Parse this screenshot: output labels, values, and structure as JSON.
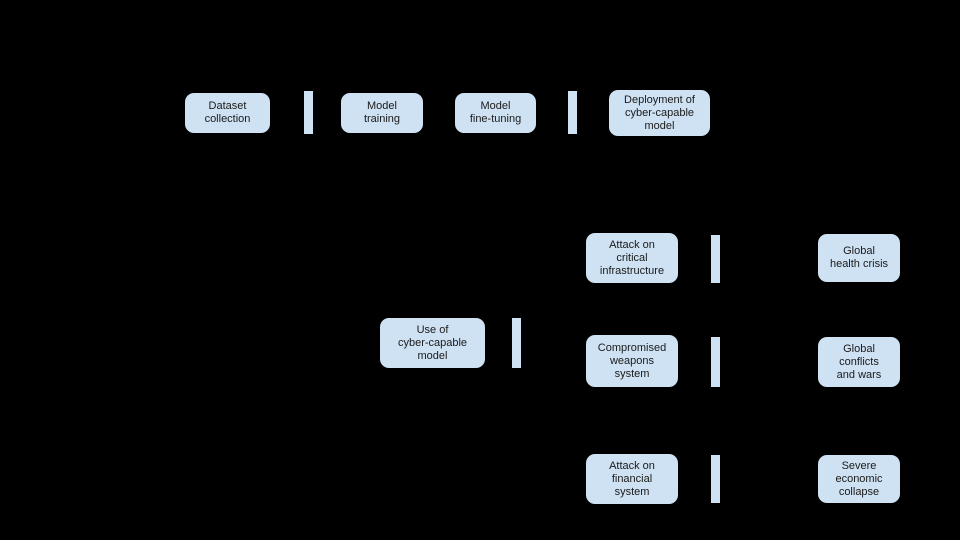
{
  "colors": {
    "background": "#000000",
    "node_fill": "#cfe2f3",
    "node_text": "#1a1a1a",
    "connector_fill": "#cfe2f3"
  },
  "nodes": [
    {
      "id": "dataset-collection",
      "label": "Dataset\ncollection"
    },
    {
      "id": "model-training",
      "label": "Model\ntraining"
    },
    {
      "id": "model-fine-tuning",
      "label": "Model\nfine-tuning"
    },
    {
      "id": "deployment-of-cyber-capable-model",
      "label": "Deployment of\ncyber-capable\nmodel"
    },
    {
      "id": "use-of-cyber-capable-model",
      "label": "Use of\ncyber-capable\nmodel"
    },
    {
      "id": "attack-on-critical-infrastructure",
      "label": "Attack on\ncritical\ninfrastructure"
    },
    {
      "id": "compromised-weapons-system",
      "label": "Compromised\nweapons\nsystem"
    },
    {
      "id": "attack-on-financial-system",
      "label": "Attack on\nfinancial\nsystem"
    },
    {
      "id": "global-health-crisis",
      "label": "Global\nhealth crisis"
    },
    {
      "id": "global-conflicts-and-wars",
      "label": "Global\nconflicts\nand wars"
    },
    {
      "id": "severe-economic-collapse",
      "label": "Severe\neconomic\ncollapse"
    }
  ],
  "connectors": [
    {
      "from": "dataset-collection",
      "to": "model-training"
    },
    {
      "from": "model-fine-tuning",
      "to": "deployment-of-cyber-capable-model"
    },
    {
      "from": "use-of-cyber-capable-model",
      "to": null
    },
    {
      "from": "attack-on-critical-infrastructure",
      "to": "global-health-crisis"
    },
    {
      "from": "compromised-weapons-system",
      "to": "global-conflicts-and-wars"
    },
    {
      "from": "attack-on-financial-system",
      "to": "severe-economic-collapse"
    }
  ]
}
